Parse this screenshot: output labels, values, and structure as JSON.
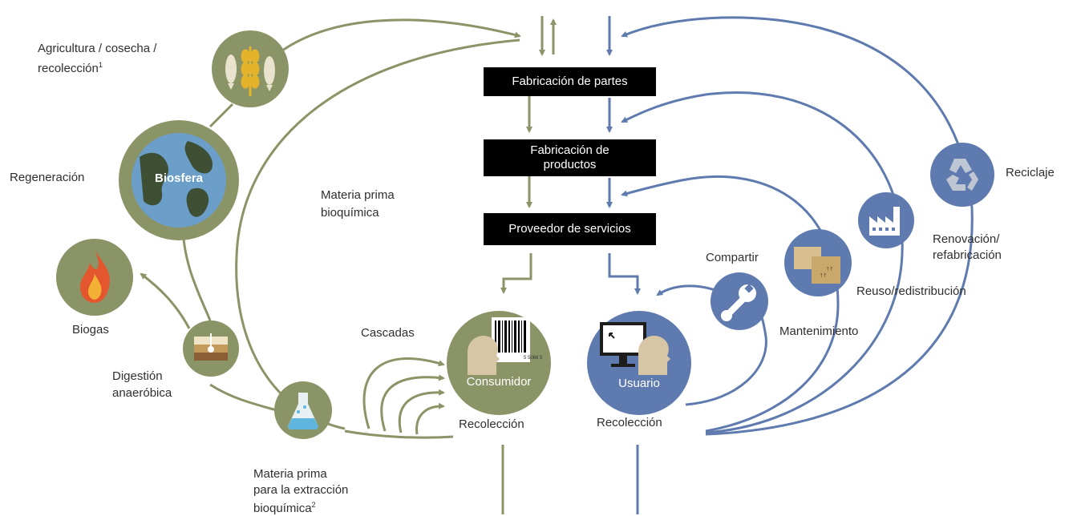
{
  "colors": {
    "bio_green": "#8a9466",
    "tech_blue": "#5e7aae",
    "box_black": "#000000"
  },
  "production": {
    "parts": "Fabricación de partes",
    "products_line1": "Fabricación de",
    "products_line2": "productos",
    "service": "Proveedor de servicios"
  },
  "biological": {
    "agri_line1": "Agricultura / cosecha /",
    "agri_line2": "recolección",
    "agri_note": "1",
    "regeneration": "Regeneración",
    "biosphere": "Biosfera",
    "biochem_line1": "Materia prima",
    "biochem_line2": "bioquímica",
    "biogas": "Biogas",
    "digestion_line1": "Digestión",
    "digestion_line2": "anaeróbica",
    "cascades": "Cascadas",
    "consumer": "Consumidor",
    "collection": "Recolección",
    "extraction_line1": "Materia prima",
    "extraction_line2": "para la extracción",
    "extraction_line3": "bioquímica",
    "extraction_note": "2",
    "barcode_number": "5 5066 5"
  },
  "technical": {
    "user": "Usuario",
    "collection": "Recolección",
    "maintenance": "Mantenimiento",
    "share": "Compartir",
    "reuse": "Reuso/redistribución",
    "refurb_line1": "Renovación/",
    "refurb_line2": "refabricación",
    "recycling": "Reciclaje"
  },
  "icons": {
    "agriculture": "wheat-fish-icon",
    "biosphere": "globe-icon",
    "biogas": "flame-icon",
    "digestion": "soil-layers-icon",
    "extraction": "flask-icon",
    "consumer": "consumer-barcode-icon",
    "user": "user-computer-icon",
    "maintenance": "wrench-icon",
    "share": "boxes-icon",
    "refurbish": "factory-icon",
    "recycling": "recycle-icon"
  }
}
